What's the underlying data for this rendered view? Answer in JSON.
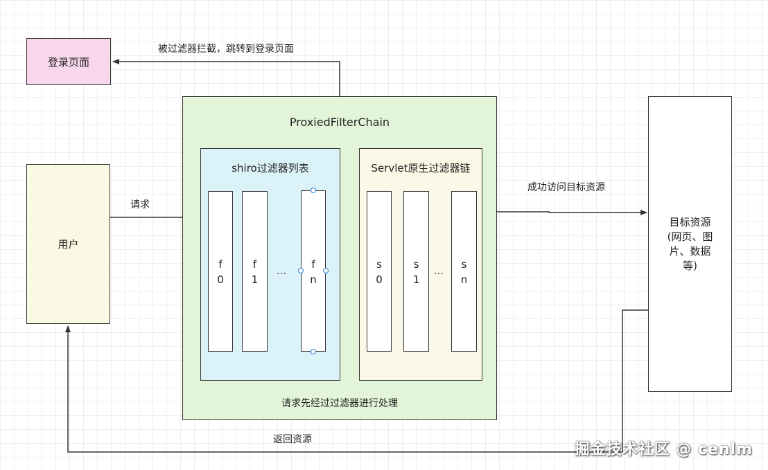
{
  "colors": {
    "login_fill": "#f8d7ec",
    "user_fill": "#f9f9e4",
    "chain_fill": "#e3f5d8",
    "shiro_fill": "#dbf2f8",
    "servlet_fill": "#fbf8e8",
    "line": "#333333",
    "handle": "#2f7fd1"
  },
  "login_page": {
    "label": "登录页面"
  },
  "user": {
    "label": "用户"
  },
  "target": {
    "label": "目标资源\n(网页、图\n片、数据\n等)"
  },
  "chain": {
    "title": "ProxiedFilterChain",
    "footer": "请求先经过过滤器进行处理"
  },
  "shiro_list": {
    "title": "shiro过滤器列表",
    "filters": [
      {
        "a": "f",
        "b": "0"
      },
      {
        "a": "f",
        "b": "1"
      },
      {
        "a": "f",
        "b": "n"
      }
    ],
    "ellipsis": "…"
  },
  "servlet_chain": {
    "title": "Servlet原生过滤器链",
    "filters": [
      {
        "a": "s",
        "b": "0"
      },
      {
        "a": "s",
        "b": "1"
      },
      {
        "a": "s",
        "b": "n"
      }
    ],
    "ellipsis": "…"
  },
  "edges": {
    "intercept": "被过滤器拦截，跳转到登录页面",
    "request": "请求",
    "success": "成功访问目标资源",
    "return": "返回资源"
  },
  "watermark": "掘金技术社区 @ cenlm"
}
